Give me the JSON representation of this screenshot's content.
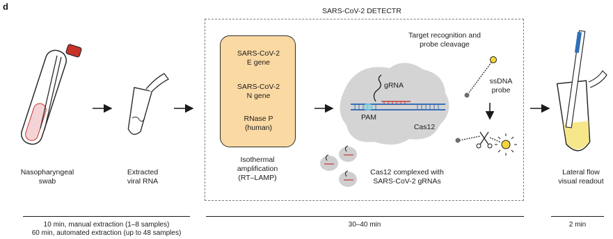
{
  "panel_letter": "d",
  "detectr_title": "SARS-CoV-2 DETECTR",
  "steps": {
    "swab": [
      "Nasopharyngeal",
      "swab"
    ],
    "rna": [
      "Extracted",
      "viral RNA"
    ],
    "amplification": [
      "Isothermal",
      "amplification",
      "(RT–LAMP)"
    ],
    "complex": [
      "Cas12 complexed with",
      "SARS-CoV-2 gRNAs"
    ],
    "readout": [
      "Lateral flow",
      "visual readout"
    ]
  },
  "genes": [
    [
      "SARS-CoV-2",
      "E gene"
    ],
    [
      "SARS-CoV-2",
      "N gene"
    ],
    [
      "RNase P",
      "(human)"
    ]
  ],
  "cas_labels": {
    "grna": "gRNA",
    "pam": "PAM",
    "cas12": "Cas12",
    "target": [
      "Target recognition and",
      "probe cleavage"
    ],
    "probe": [
      "ssDNA",
      "probe"
    ]
  },
  "timeline": {
    "extraction": [
      "10 min, manual extraction (1–8 samples)",
      "60 min, automated extraction (up to 48 samples)"
    ],
    "detectr": "30–40 min",
    "readout": "2 min"
  },
  "colors": {
    "orange_box": "#fbd9a3",
    "tube_cap_red": "#c8322b",
    "probe_yellow": "#f3d63a",
    "strip_blue": "#2f6fb8",
    "dna_blue": "#3a6fb5",
    "dna_red": "#c0393b",
    "cas_grey": "#cfcfcf"
  }
}
